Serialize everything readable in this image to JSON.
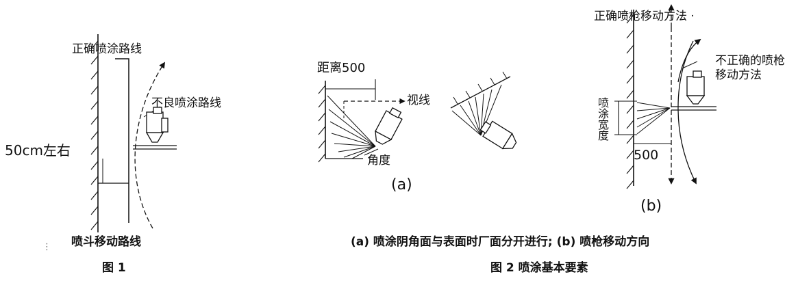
{
  "figure1": {
    "correct_path_label": "正确喷涂路线",
    "bad_path_label": "不良喷涂路线",
    "distance_label": "50cm左右",
    "caption_title": "喷斗移动路线",
    "caption_number": "图 1",
    "margin_mark": "⋮"
  },
  "figure2": {
    "a": {
      "distance_label": "距离500",
      "sightline_label": "视线",
      "angle_label": "角度",
      "sub_label": "(a)"
    },
    "b": {
      "correct_method_label": "正确喷枪移动方法 ·",
      "incorrect_method_line1": "不正确的喷枪",
      "incorrect_method_line2": "移动方法",
      "spray_width_label": "喷涂宽度",
      "distance_label": "500",
      "sub_label": "(b)"
    },
    "caption_title": "(a) 喷涂阴角面与表面时厂面分开进行; (b) 喷枪移动方向",
    "caption_number": "图 2   喷涂基本要素"
  }
}
